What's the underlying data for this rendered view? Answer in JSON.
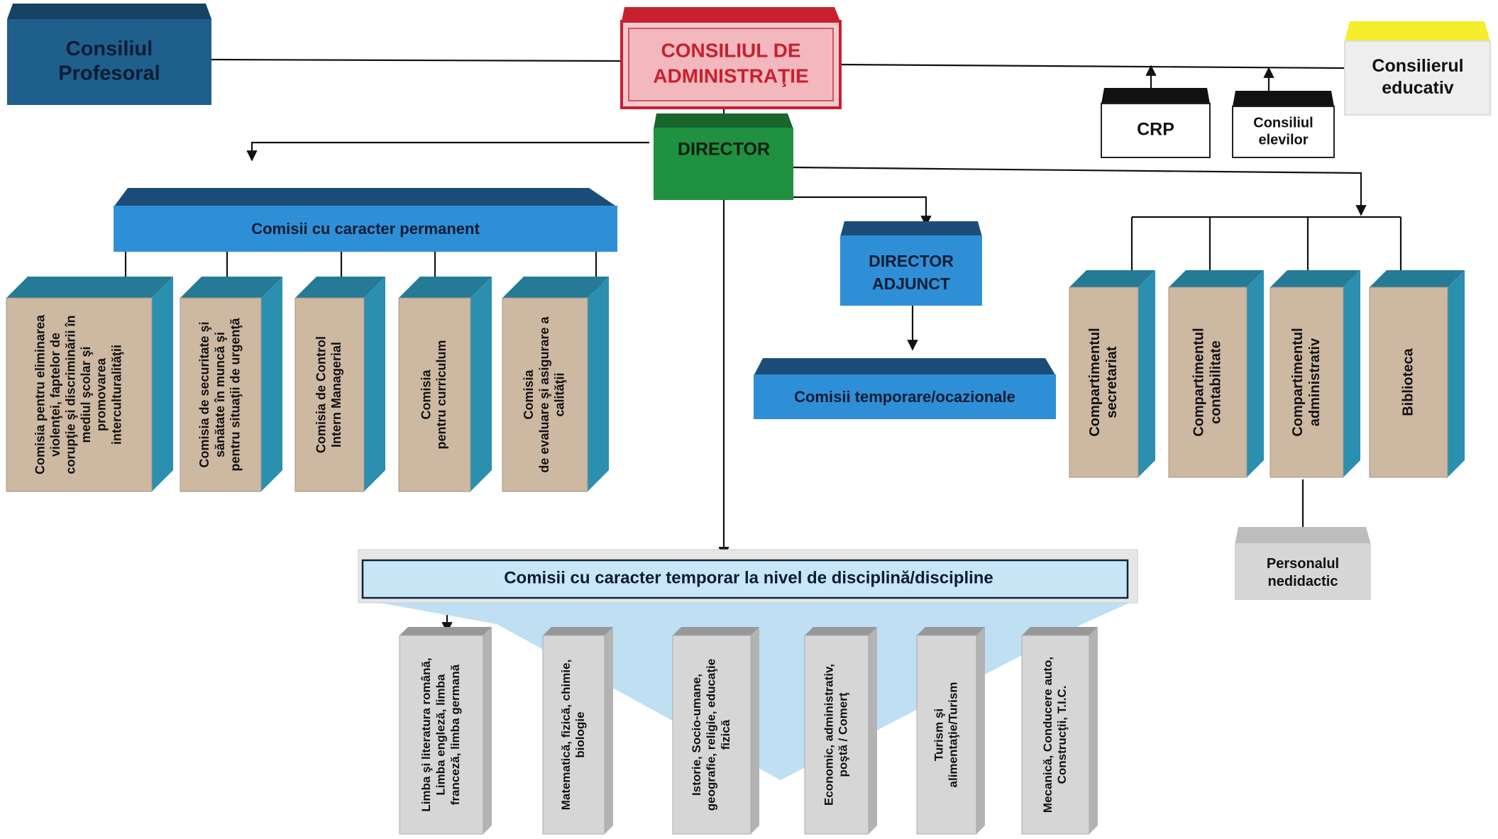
{
  "colors": {
    "dark_blue": "#1f5f8b",
    "mid_blue": "#2f8fd6",
    "light_blue": "#c9e6f7",
    "admin_red": "#c8202f",
    "admin_pink": "#f5c9cc",
    "director_green": "#1f9140",
    "educ_yellow": "#f4ee2c",
    "beige": "#cdb8a2",
    "teal_side": "#2b8fb0",
    "gray_box": "#d6d6d6",
    "line": "#111111"
  },
  "nodes": {
    "consiliul_profesoral": [
      "Consiliul",
      "Profesoral"
    ],
    "consiliul_administratie": [
      "CONSILIUL DE",
      "ADMINISTRAŢIE"
    ],
    "consilierul_educativ": [
      "Consilierul",
      "educativ"
    ],
    "crp": [
      "CRP"
    ],
    "consiliul_elevilor": [
      "Consiliul",
      "elevilor"
    ],
    "director": [
      "DIRECTOR"
    ],
    "director_adjunct": [
      "DIRECTOR",
      "ADJUNCT"
    ],
    "comisii_permanent": [
      "Comisii cu caracter permanent"
    ],
    "comisii_temporare": [
      "Comisii temporare/ocazionale"
    ],
    "comisii_disciplina": [
      "Comisii cu caracter temporar la nivel de disciplină/discipline"
    ],
    "personal_nedidactic": [
      "Personalul",
      "nedidactic"
    ]
  },
  "permanent_commissions": [
    [
      "Comisia pentru eliminarea",
      "violenţei, faptelor de",
      "corupţie şi discriminării în",
      "mediul şcolar şi",
      "promovarea",
      "interculturalităţii"
    ],
    [
      "Comisia  de securitate şi",
      "sănătate în muncă şi",
      "pentru  situaţii de urgenţă"
    ],
    [
      "Comisia de Control",
      "Intern Managerial"
    ],
    [
      "Comisia",
      "pentru curriculum"
    ],
    [
      "Comisia",
      "de evaluare şi  asigurare a",
      "calităţii"
    ]
  ],
  "compartments": [
    [
      "Compartimentul",
      "secretariat"
    ],
    [
      "Compartimentul",
      "contabilitate"
    ],
    [
      "Compartimentul",
      "administrativ"
    ],
    [
      "Biblioteca"
    ]
  ],
  "discipline_commissions": [
    [
      "Limba şi literatura română,",
      "Limba engleză, limba",
      "franceză, limba germană"
    ],
    [
      "Matematică, fizică, chimie,",
      "biologie"
    ],
    [
      "Istorie, Socio-umane,",
      "geografie, religie, educaţie",
      "fizică"
    ],
    [
      "Economic, administrativ,",
      "poştă / Comerţ"
    ],
    [
      "Turism şi",
      "alimentaţie/Turism"
    ],
    [
      "Mecanică, Conducere auto,",
      "Construcţii, T.I.C."
    ]
  ]
}
